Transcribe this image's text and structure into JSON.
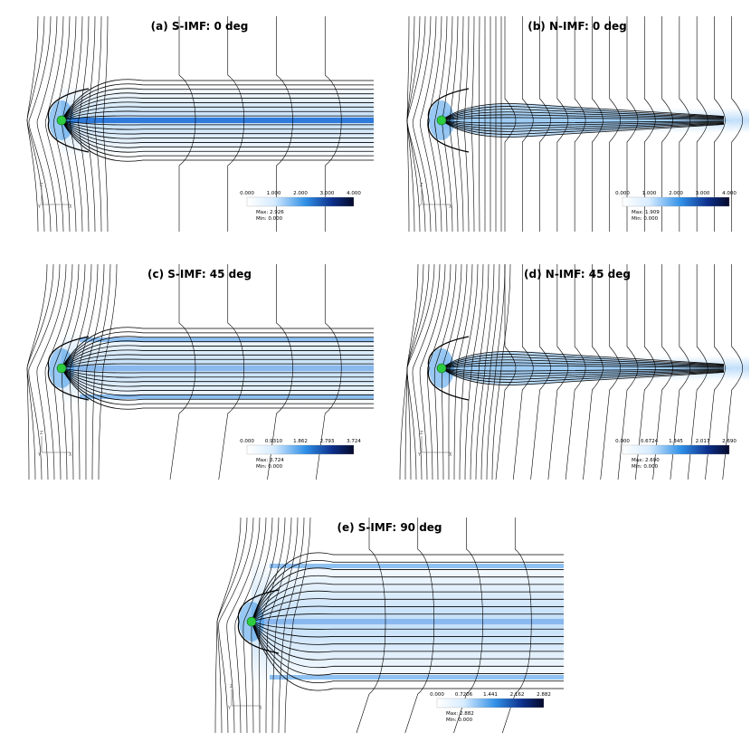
{
  "panels": [
    {
      "id": "a",
      "title": "(a) S-IMF: 0 deg",
      "variant": "south",
      "angle": 0,
      "ticks": [
        "0.000",
        "1.000",
        "2.000",
        "3.000",
        "4.000"
      ],
      "max": "Max:  2.926",
      "min": "Min:  0.000",
      "axis": [
        "Z",
        "Y",
        "X"
      ]
    },
    {
      "id": "b",
      "title": "(b) N-IMF: 0 deg",
      "variant": "north",
      "angle": 0,
      "ticks": [
        "0.000",
        "1.000",
        "2.000",
        "3.000",
        "4.000"
      ],
      "max": "Max:  1.909",
      "min": "Min:  0.000",
      "axis": [
        "Z",
        "Y",
        "X"
      ]
    },
    {
      "id": "c",
      "title": "(c) S-IMF: 45 deg",
      "variant": "south",
      "angle": 45,
      "ticks": [
        "0.000",
        "0.9310",
        "1.862",
        "2.793",
        "3.724"
      ],
      "max": "Max:  3.724",
      "min": "Min:  0.000",
      "axis": [
        "Z",
        "Y",
        "X"
      ]
    },
    {
      "id": "d",
      "title": "(d) N-IMF: 45 deg",
      "variant": "north",
      "angle": 45,
      "ticks": [
        "0.000",
        "0.6724",
        "1.345",
        "2.017",
        "2.690"
      ],
      "max": "Max:  2.690",
      "min": "Min:  0.000",
      "axis": [
        "Z",
        "Y",
        "X"
      ]
    },
    {
      "id": "e",
      "title": "(e) S-IMF: 90 deg",
      "variant": "south",
      "angle": 90,
      "ticks": [
        "0.000",
        "0.7206",
        "1.441",
        "2.162",
        "2.882"
      ],
      "max": "Max:  2.882",
      "min": "Min:  0.000",
      "axis": [
        "Z",
        "Y",
        "X"
      ]
    }
  ],
  "colors": {
    "background": "#ffffff",
    "line": "#000000",
    "colormap_low": "#ffffff",
    "colormap_mid": "#2f8fe6",
    "colormap_high": "#050a2a",
    "planet": "#2ecc40"
  }
}
